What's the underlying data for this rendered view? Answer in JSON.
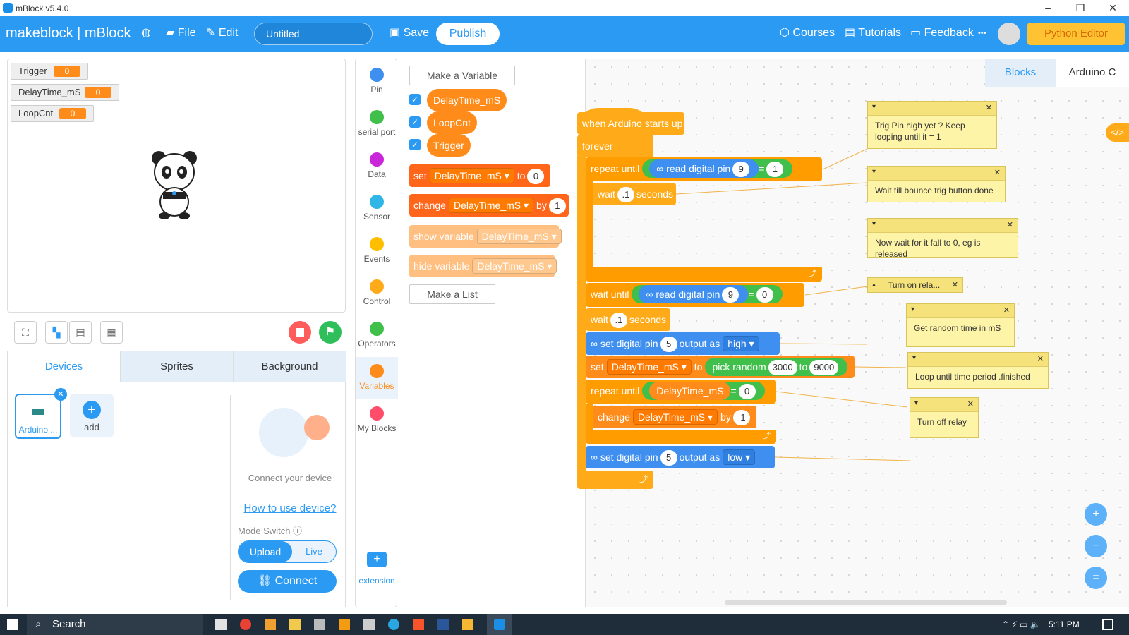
{
  "window": {
    "title": "mBlock v5.4.0",
    "min": "–",
    "max": "❐",
    "close": "✕"
  },
  "header": {
    "brand": "makeblock | mBlock",
    "file": "File",
    "edit": "Edit",
    "project_name": "Untitled",
    "save": "Save",
    "publish": "Publish",
    "courses": "Courses",
    "tutorials": "Tutorials",
    "feedback": "Feedback",
    "more": "•••",
    "python_editor": "Python Editor"
  },
  "monitors": [
    {
      "name": "Trigger",
      "value": "0"
    },
    {
      "name": "DelayTime_mS",
      "value": "0"
    },
    {
      "name": "LoopCnt",
      "value": "0"
    }
  ],
  "panel": {
    "tabs": [
      "Devices",
      "Sprites",
      "Background"
    ],
    "device_name": "Arduino ...",
    "add": "add",
    "connect_text": "Connect your device",
    "how_to": "How to use device?",
    "mode_switch": "Mode Switch",
    "upload": "Upload",
    "live": "Live",
    "connect": "Connect"
  },
  "categories": [
    {
      "label": "Pin",
      "color": "#3f8ff0"
    },
    {
      "label": "serial port",
      "color": "#40bf4a"
    },
    {
      "label": "Data",
      "color": "#c926d9"
    },
    {
      "label": "Sensor",
      "color": "#2fb5e6"
    },
    {
      "label": "Events",
      "color": "#ffbf00"
    },
    {
      "label": "Control",
      "color": "#ffab19"
    },
    {
      "label": "Operators",
      "color": "#40bf4a"
    },
    {
      "label": "Variables",
      "color": "#ff8c1a"
    },
    {
      "label": "My Blocks",
      "color": "#ff4d6a"
    }
  ],
  "extension": "extension",
  "palette": {
    "make_var": "Make a Variable",
    "vars": [
      "DelayTime_mS",
      "LoopCnt",
      "Trigger"
    ],
    "set": "set",
    "to": "to",
    "change": "change",
    "by": "by",
    "show_var": "show variable",
    "hide_var": "hide variable",
    "var_dd": "DelayTime_mS ▾",
    "zero": "0",
    "one": "1",
    "make_list": "Make a List"
  },
  "canvas": {
    "tab_blocks": "Blocks",
    "tab_code": "Arduino C",
    "hat": "when Arduino starts up",
    "forever": "forever",
    "repeat_until": "repeat until",
    "read_pin": "read digital pin",
    "pin9": "9",
    "eq": "=",
    "one": "1",
    "zero": "0",
    "wait": "wait",
    "dot1": ".1",
    "seconds": "seconds",
    "wait_until": "wait until",
    "set_pin": "set digital pin",
    "pin5": "5",
    "output_as": "output as",
    "high": "high ▾",
    "low": "low ▾",
    "set": "set",
    "var_dd": "DelayTime_mS ▾",
    "to": "to",
    "pick_random": "pick random",
    "r1": "3000",
    "r2": "9000",
    "var": "DelayTime_mS",
    "change": "change",
    "by": "by",
    "minus1": "-1"
  },
  "notes": [
    "Trig Pin high yet ? Keep looping until it = 1",
    "Wait till bounce trig button done",
    "Now wait for it fall to 0, eg is released",
    "Turn on rela...",
    "Get random time in mS",
    "Loop until time period .finished",
    "Turn off relay"
  ],
  "taskbar": {
    "search": "Search",
    "time": "5:11 PM"
  }
}
